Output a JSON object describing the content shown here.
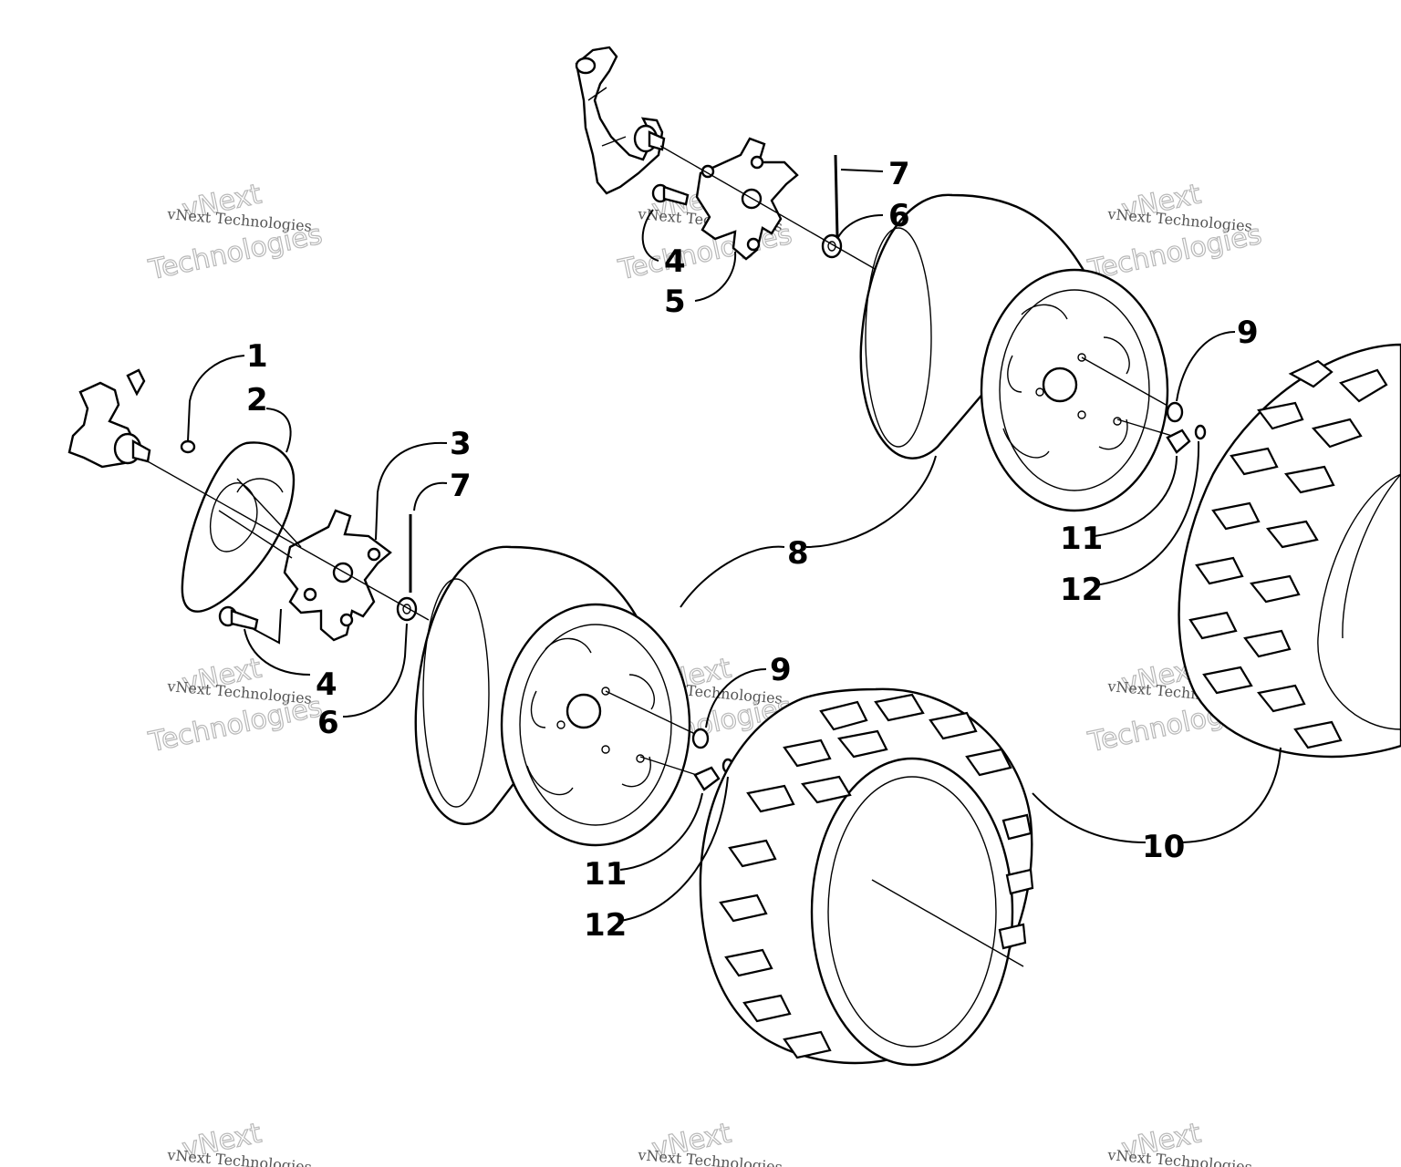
{
  "watermark": {
    "line1": "vNext Technologies",
    "big1": "vNext",
    "big2": "Technologies"
  },
  "callouts": {
    "c1": "1",
    "c2": "2",
    "c3": "3",
    "c4a": "4",
    "c4b": "4",
    "c5": "5",
    "c6a": "6",
    "c6b": "6",
    "c7a": "7",
    "c7b": "7",
    "c8": "8",
    "c9a": "9",
    "c9b": "9",
    "c10": "10",
    "c11a": "11",
    "c11b": "11",
    "c12a": "12",
    "c12b": "12"
  }
}
